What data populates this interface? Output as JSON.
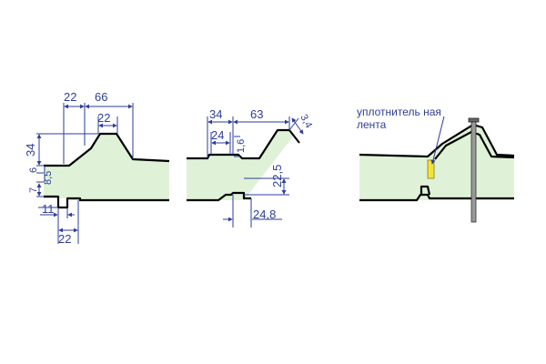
{
  "colors": {
    "background": "#ffffff",
    "core_fill": "#dff2d7",
    "profile_line": "#000000",
    "dimension_line": "#2e3e9a",
    "seal_fill": "#f3e23a",
    "screw": "#555555"
  },
  "panel_left": {
    "dims": {
      "d22_top": "22",
      "d66": "66",
      "d22_crest": "22",
      "d34": "34",
      "d6": "6",
      "d8_5": "8,5",
      "d7": "7",
      "d11": "11",
      "d22_bottom": "22"
    }
  },
  "panel_middle": {
    "dims": {
      "d34": "34",
      "d63": "63",
      "d3_4": "3,4",
      "d24": "24",
      "d16": "1,6",
      "d22_5": "22,5",
      "d24_8": "24,8"
    }
  },
  "panel_right": {
    "label_line1": "уплотнитель ная",
    "label_line2": "лента"
  }
}
